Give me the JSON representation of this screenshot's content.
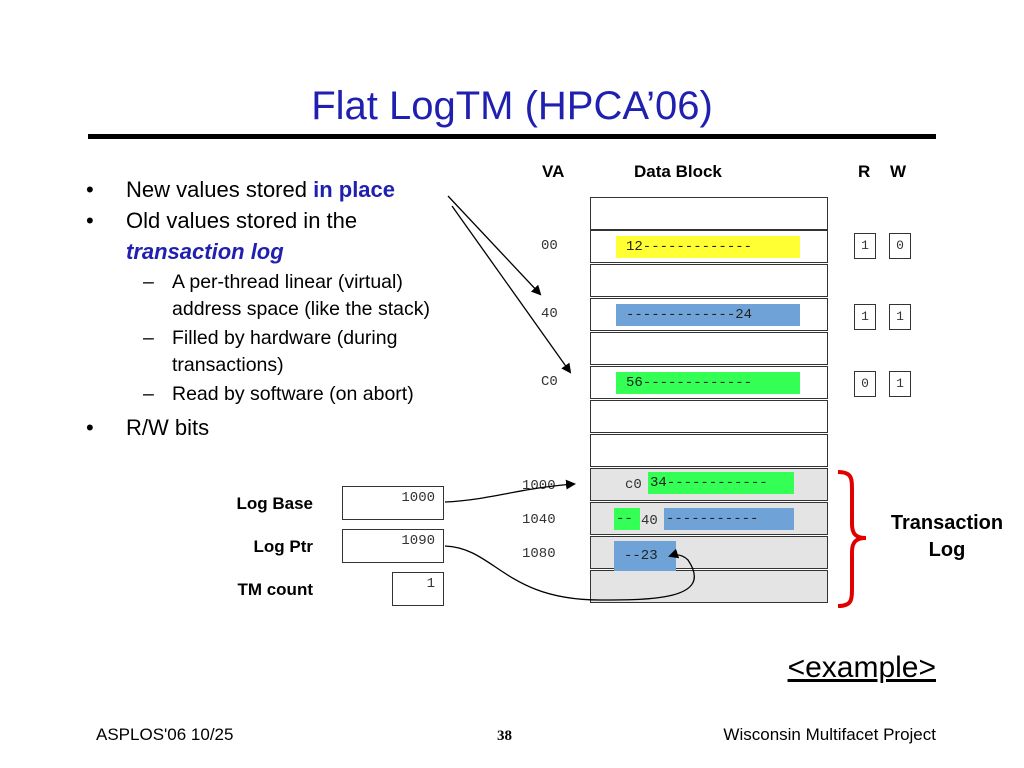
{
  "title": "Flat LogTM (HPCA’06)",
  "bullets": {
    "b1_text": "New values stored ",
    "b1_hl": "in place",
    "b2_line1": "Old values stored in the",
    "b2_line2": "transaction log",
    "sub1_line1": "A per-thread linear (virtual)",
    "sub1_line2": "address space (like the stack)",
    "sub2_line1": "Filled by hardware (during",
    "sub2_line2": "transactions)",
    "sub3": "Read by software (on abort)",
    "b3": "R/W bits",
    "bullet_glyph": "•",
    "dash_glyph": "–"
  },
  "headers": {
    "va": "VA",
    "data_block": "Data Block",
    "r": "R",
    "w": "W"
  },
  "data_rows": [
    {
      "va": "00",
      "value": "12-------------",
      "color": "#ffff33",
      "r": "1",
      "w": "0"
    },
    {
      "va": "40",
      "value": "-------------24",
      "color": "#6fa3d8",
      "r": "1",
      "w": "1"
    },
    {
      "va": "C0",
      "value": "56-------------",
      "color": "#33ff55",
      "r": "0",
      "w": "1"
    }
  ],
  "log_rows": [
    {
      "addr": "1000",
      "prefix": "c0",
      "value": "34------------"
    },
    {
      "addr": "1040",
      "prefix_fill": "--",
      "mid": "40",
      "value": "-----------"
    },
    {
      "addr": "1080",
      "value": "--23"
    }
  ],
  "registers": {
    "log_base_label": "Log Base",
    "log_base_value": "1000",
    "log_ptr_label": "Log Ptr",
    "log_ptr_value": "1090",
    "tm_count_label": "TM count",
    "tm_count_value": "1"
  },
  "transaction_log_label": [
    "Transaction",
    "Log"
  ],
  "example_link": "<example>",
  "footer": {
    "left": "ASPLOS'06 10/25",
    "page": "38",
    "right": "Wisconsin Multifacet Project"
  },
  "colors": {
    "title": "#1f1fb0",
    "yellow": "#ffff33",
    "blue": "#6fa3d8",
    "green": "#33ff55",
    "brace": "#e00000",
    "log_bg": "#e4e4e4"
  }
}
